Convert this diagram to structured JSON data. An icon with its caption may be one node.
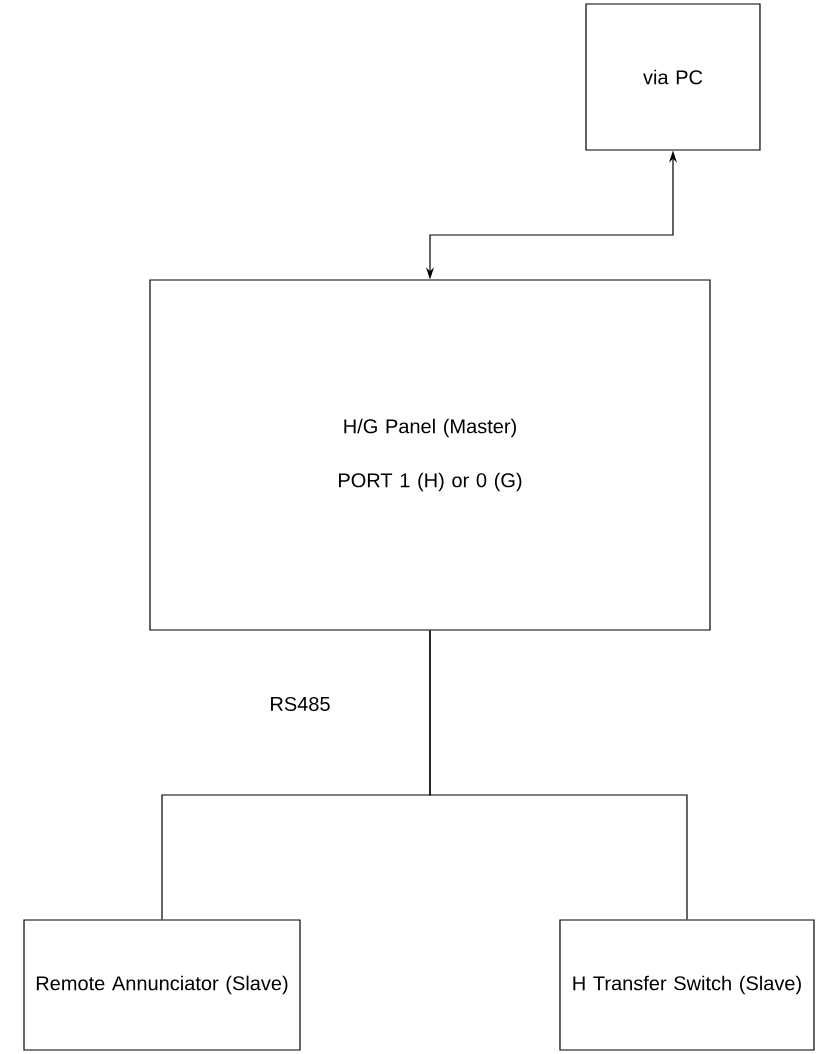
{
  "diagram": {
    "nodes": [
      {
        "text": [
          "via PC"
        ]
      },
      {
        "text": [
          "H/G Panel (Master)",
          "PORT 1 (H) or 0 (G)"
        ]
      },
      {
        "text": [
          "Remote Annunciator (Slave)"
        ]
      },
      {
        "text": [
          "H Transfer Switch (Slave)"
        ]
      }
    ],
    "edges": [
      {
        "from": 0,
        "to": 1,
        "arrow": "both"
      },
      {
        "from": 1,
        "to": 2,
        "arrow": "none"
      },
      {
        "from": 1,
        "to": 3,
        "arrow": "none"
      }
    ],
    "labels": [
      "RS485"
    ]
  }
}
